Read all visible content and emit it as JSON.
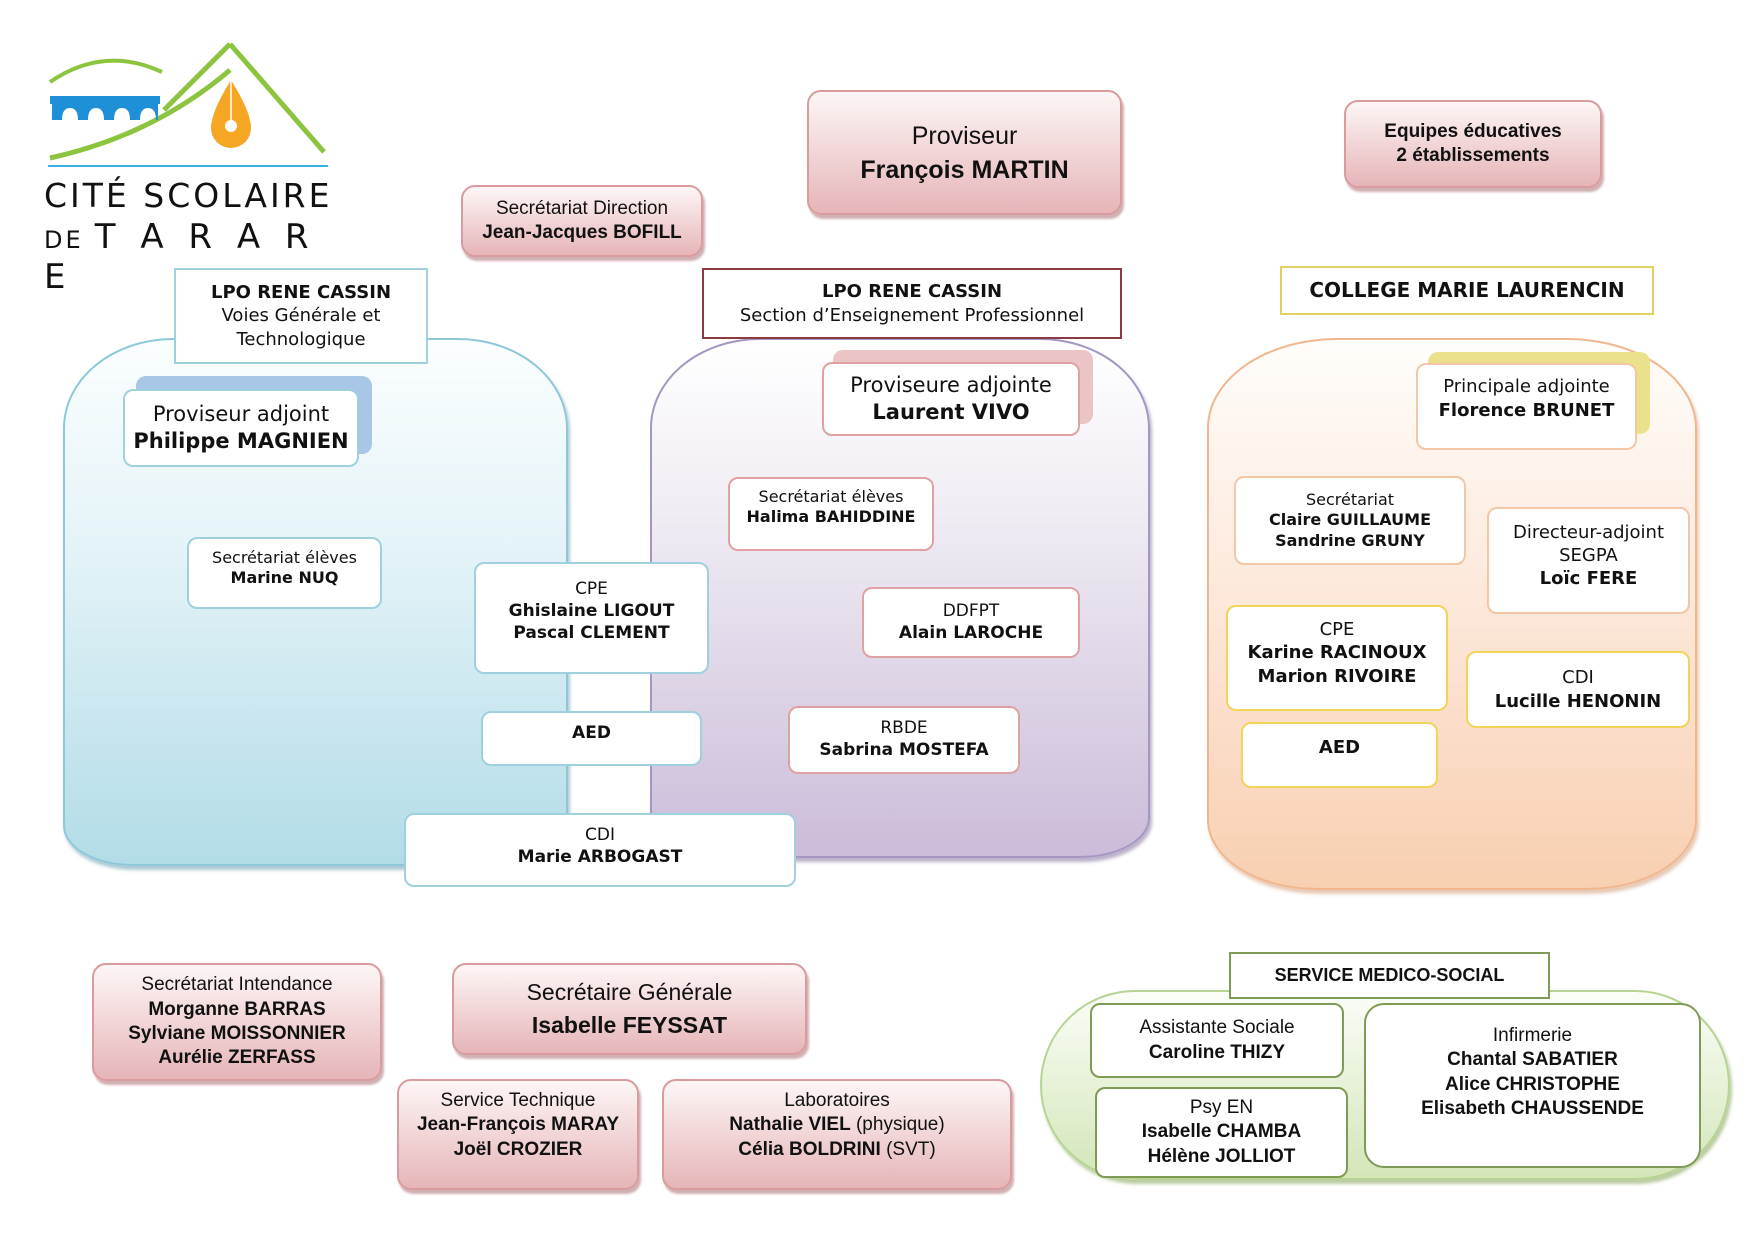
{
  "logo": {
    "line1": "CITÉ SCOLAIRE",
    "line2_prefix": "DE",
    "line2_main": "T A R A R E",
    "colors": {
      "green": "#8cc43f",
      "blue": "#1e90d8",
      "orange": "#f5a623"
    }
  },
  "direction": {
    "proviseur": {
      "role": "Proviseur",
      "name": "François MARTIN"
    },
    "secretariat_direction": {
      "role": "Secrétariat Direction",
      "name": "Jean-Jacques BOFILL"
    },
    "equipes": {
      "line1": "Equipes éducatives",
      "line2": "2 établissements"
    }
  },
  "lpo_vgt": {
    "header": {
      "title": "LPO RENE CASSIN",
      "subtitle_1": "Voies Générale et",
      "subtitle_2": "Technologique"
    },
    "proviseur_adjoint": {
      "role": "Proviseur adjoint",
      "name": "Philippe MAGNIEN"
    },
    "secretariat_eleves": {
      "role": "Secrétariat élèves",
      "name": "Marine NUQ"
    }
  },
  "shared": {
    "cpe": {
      "role": "CPE",
      "names": [
        "Ghislaine LIGOUT",
        "Pascal CLEMENT"
      ]
    },
    "aed": {
      "role": "AED"
    },
    "cdi": {
      "role": "CDI",
      "name": "Marie ARBOGAST"
    }
  },
  "lpo_sep": {
    "header": {
      "title": "LPO RENE CASSIN",
      "subtitle": "Section d’Enseignement Professionnel"
    },
    "proviseure_adjointe": {
      "role": "Proviseure adjointe",
      "name": "Laurent VIVO"
    },
    "secretariat_eleves": {
      "role": "Secrétariat élèves",
      "name": "Halima BAHIDDINE"
    },
    "ddfpt": {
      "role": "DDFPT",
      "name": "Alain LAROCHE"
    },
    "rbde": {
      "role": "RBDE",
      "name": "Sabrina MOSTEFA"
    }
  },
  "college": {
    "header": {
      "title": "COLLEGE MARIE LAURENCIN"
    },
    "principale_adjointe": {
      "role": "Principale adjointe",
      "name": "Florence BRUNET"
    },
    "secretariat": {
      "role": "Secrétariat",
      "names": [
        "Claire GUILLAUME",
        "Sandrine GRUNY"
      ]
    },
    "segpa": {
      "role_1": "Directeur-adjoint",
      "role_2": "SEGPA",
      "name": "Loïc FERE"
    },
    "cpe": {
      "role": "CPE",
      "names": [
        "Karine RACINOUX",
        "Marion RIVOIRE"
      ]
    },
    "cdi": {
      "role": "CDI",
      "name": "Lucille HENONIN"
    },
    "aed": {
      "role": "AED"
    }
  },
  "intendance": {
    "secretariat_intendance": {
      "role": "Secrétariat Intendance",
      "names": [
        "Morganne BARRAS",
        "Sylviane MOISSONNIER",
        "Aurélie ZERFASS"
      ]
    },
    "secretaire_generale": {
      "role": "Secrétaire Générale",
      "name": "Isabelle FEYSSAT"
    },
    "service_technique": {
      "role": "Service Technique",
      "names": [
        "Jean-François MARAY",
        "Joël CROZIER"
      ]
    },
    "laboratoires": {
      "role": "Laboratoires",
      "lines": [
        {
          "name": "Nathalie VIEL",
          "detail": "(physique)"
        },
        {
          "name": "Célia BOLDRINI",
          "detail": "(SVT)"
        }
      ]
    }
  },
  "medico_social": {
    "header": {
      "title": "SERVICE MEDICO-SOCIAL"
    },
    "assistante_sociale": {
      "role": "Assistante Sociale",
      "name": "Caroline THIZY"
    },
    "psy_en": {
      "role": "Psy EN",
      "names": [
        "Isabelle CHAMBA",
        "Hélène JOLLIOT"
      ]
    },
    "infirmerie": {
      "role": "Infirmerie",
      "names": [
        "Chantal SABATIER",
        "Alice CHRISTOPHE",
        "Elisabeth CHAUSSENDE"
      ]
    }
  }
}
